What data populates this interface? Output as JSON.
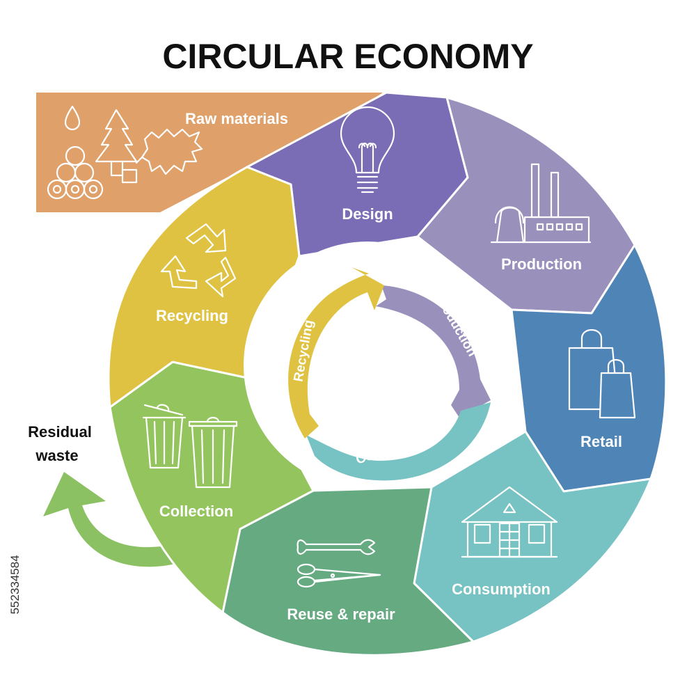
{
  "title": "CIRCULAR ECONOMY",
  "raw_materials": {
    "label": "Raw materials",
    "color": "#DFA06A"
  },
  "segments": [
    {
      "id": "design",
      "label": "Design",
      "color": "#7A6CB5",
      "icon": "lightbulb-icon"
    },
    {
      "id": "production",
      "label": "Production",
      "color": "#9A90BC",
      "icon": "factory-icon"
    },
    {
      "id": "retail",
      "label": "Retail",
      "color": "#4F84B7",
      "icon": "shopping-bags-icon"
    },
    {
      "id": "consumption",
      "label": "Consumption",
      "color": "#77C2C2",
      "icon": "house-icon"
    },
    {
      "id": "reuse",
      "label": "Reuse & repair",
      "color": "#66AA82",
      "icon": "tools-icon"
    },
    {
      "id": "collection",
      "label": "Collection",
      "color": "#94C45D",
      "icon": "trash-bins-icon"
    },
    {
      "id": "recycling",
      "label": "Recycling",
      "color": "#E0C243",
      "icon": "recycle-icon"
    }
  ],
  "inner_cycle": [
    {
      "label": "Production",
      "color": "#9A90BC"
    },
    {
      "label": "Consumption",
      "color": "#77C2C2"
    },
    {
      "label": "Recycling",
      "color": "#E0C243"
    }
  ],
  "residual_waste": {
    "line1": "Residual",
    "line2": "waste",
    "arrow_color": "#8CC163"
  },
  "stock_id": "552334584"
}
